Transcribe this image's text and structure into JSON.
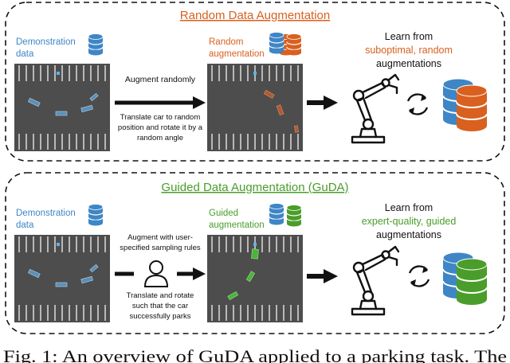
{
  "top_panel": {
    "title": "Random Data Augmentation",
    "demo_label_line1": "Demonstration",
    "demo_label_line2": "data",
    "aug_label_line1": "Random",
    "aug_label_line2": "augmentation",
    "arrow_top_text": "Augment randomly",
    "arrow_bottom_line1": "Translate car to random",
    "arrow_bottom_line2": "position and rotate it by a",
    "arrow_bottom_line3": "random angle",
    "learn_line1": "Learn from",
    "learn_line2": "suboptimal, random",
    "learn_line3": "augmentations"
  },
  "bottom_panel": {
    "title": "Guided Data Augmentation (GuDA)",
    "demo_label_line1": "Demonstration",
    "demo_label_line2": "data",
    "aug_label_line1": "Guided",
    "aug_label_line2": "augmentation",
    "arrow_top_line1": "Augment with user-",
    "arrow_top_line2": "specified sampling rules",
    "arrow_bottom_line1": "Translate and rotate",
    "arrow_bottom_line2": "such that the car",
    "arrow_bottom_line3": "successfully parks",
    "learn_line1": "Learn from",
    "learn_line2": "expert-quality, guided",
    "learn_line3": "augmentations"
  },
  "caption": "Fig. 1: An overview of GuDA applied to a parking task. The",
  "colors": {
    "orange": "#d9601f",
    "green": "#4a9d2a",
    "blue": "#3e86c6",
    "lot_gray": "#4d4d4d"
  }
}
